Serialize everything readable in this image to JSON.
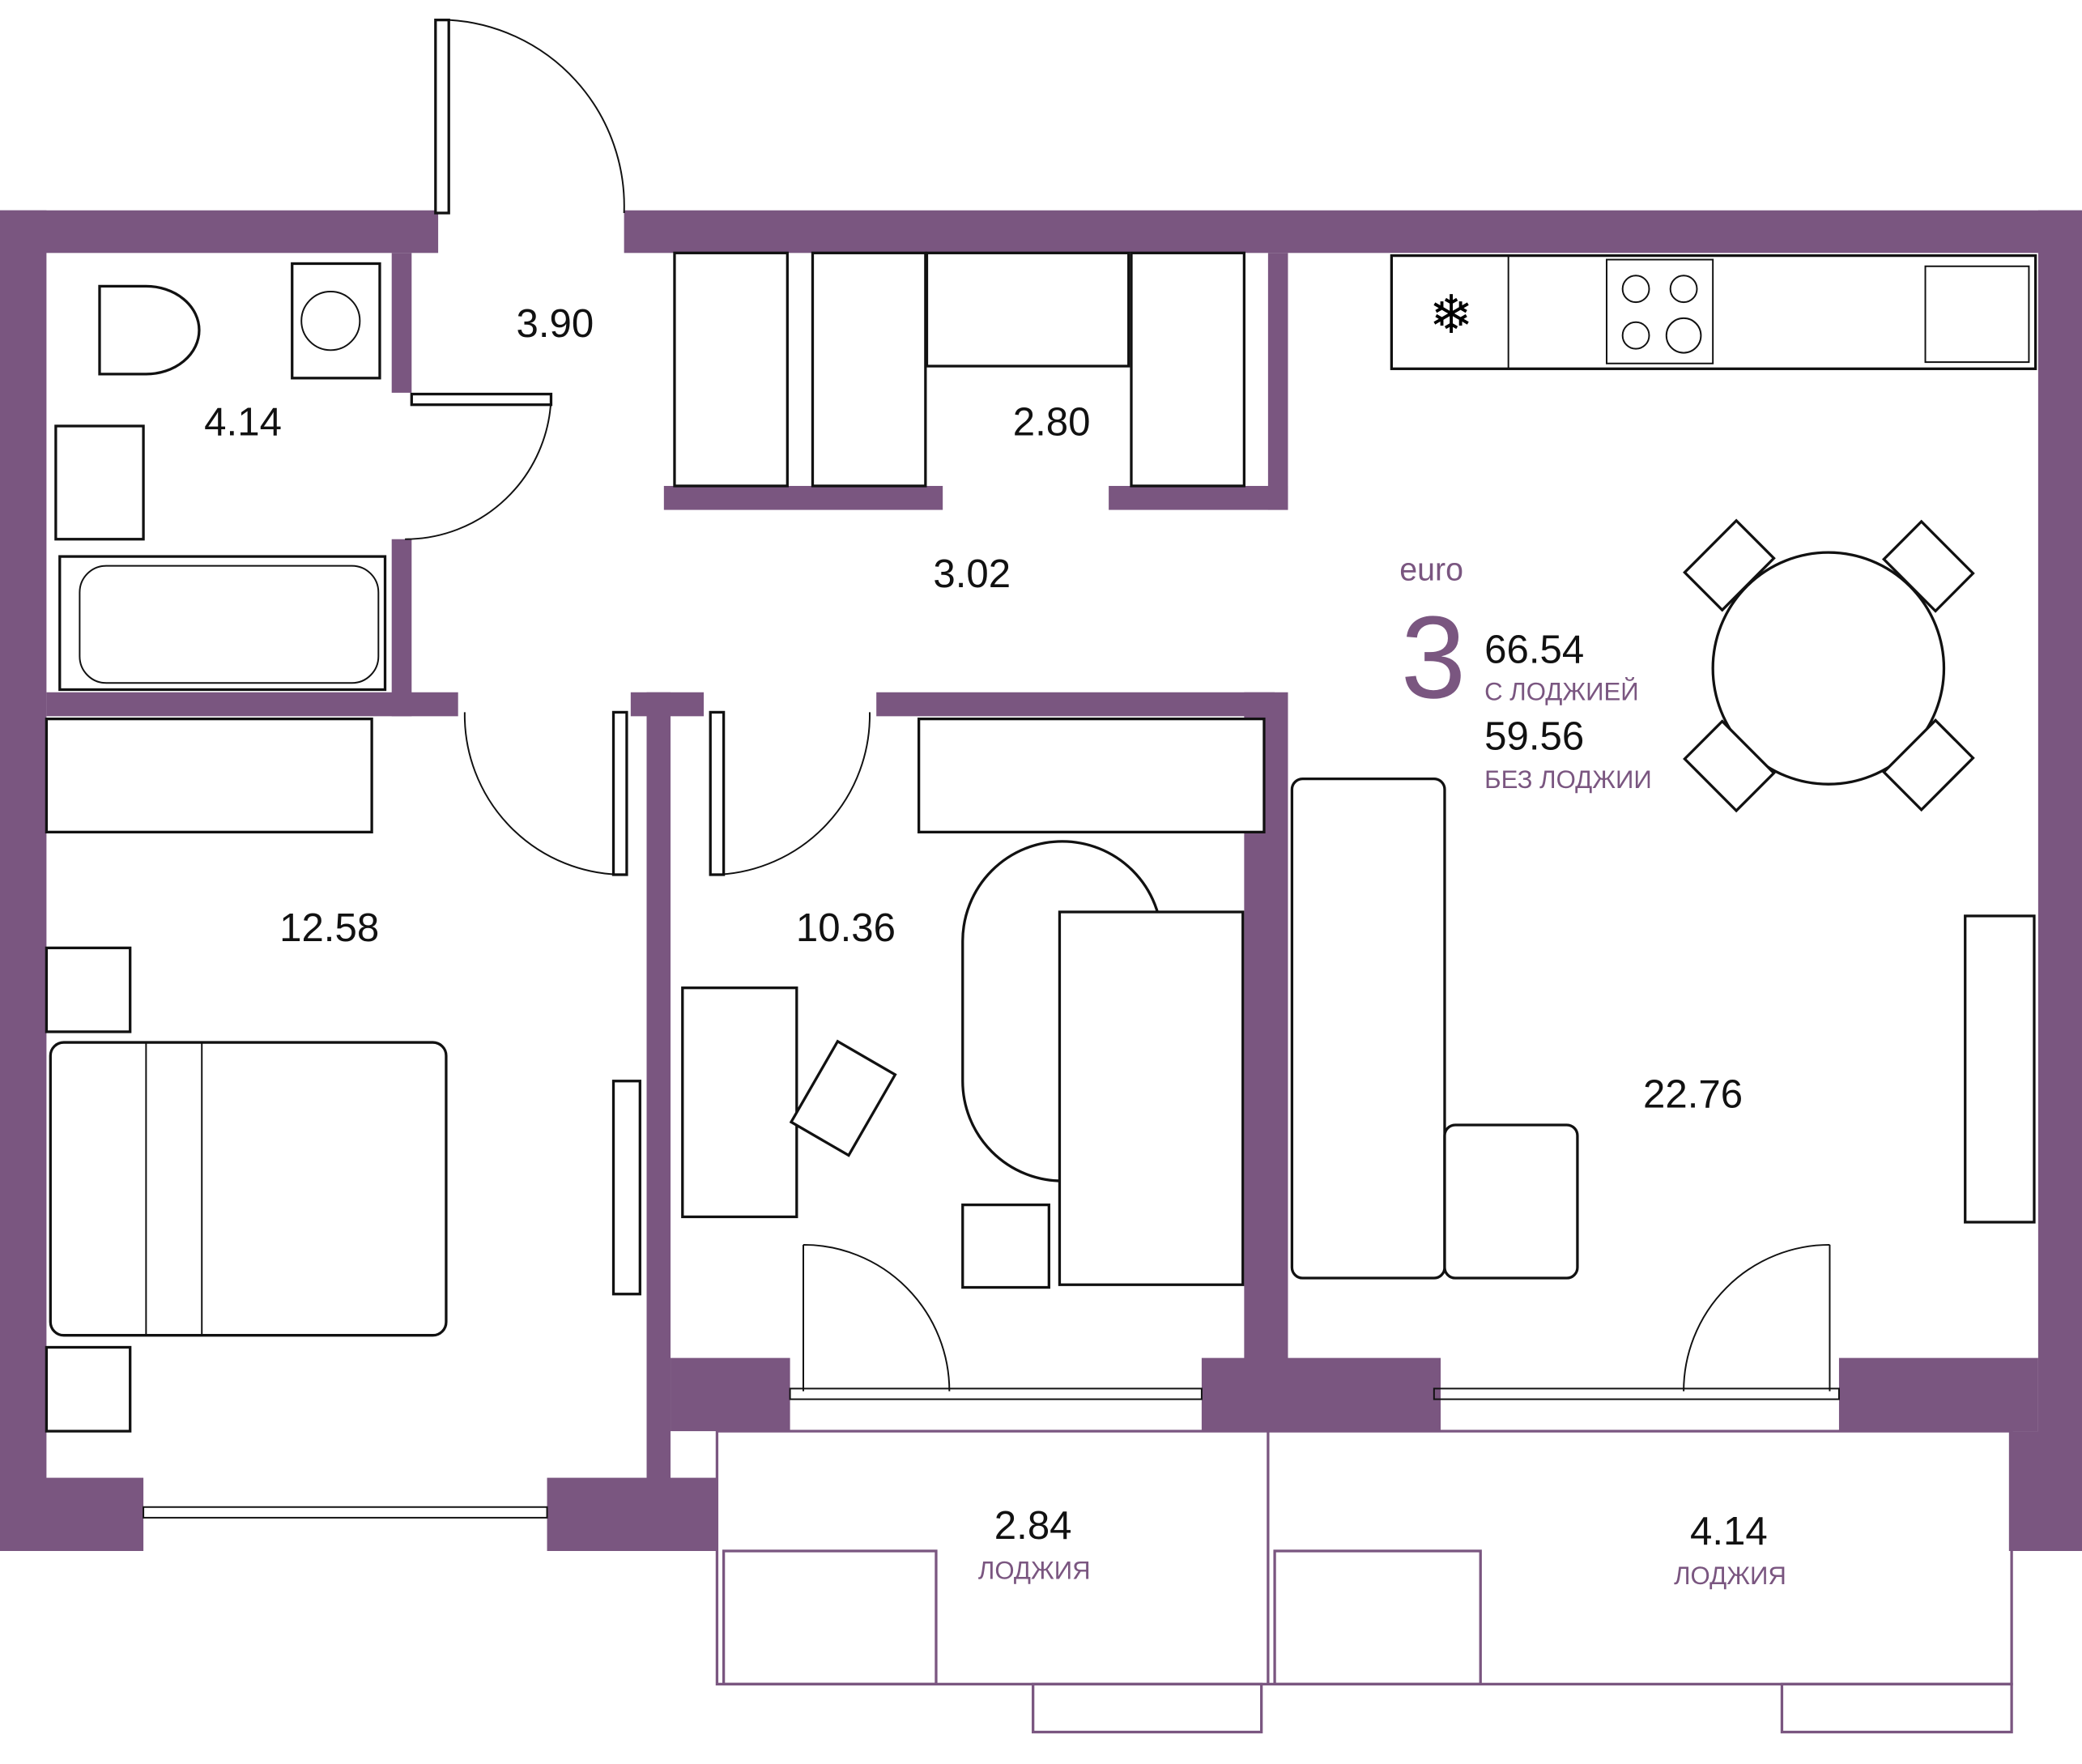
{
  "plan": {
    "type_label": "euro",
    "rooms_count": "3",
    "total_area": "66.54",
    "total_area_caption": "С ЛОДЖИЕЙ",
    "living_area": "59.56",
    "living_area_caption": "БЕЗ ЛОДЖИИ",
    "accent_color": "#7a5680"
  },
  "rooms": [
    {
      "name": "bathroom",
      "area": "4.14"
    },
    {
      "name": "hall",
      "area": "3.90"
    },
    {
      "name": "wardrobe",
      "area": "2.80"
    },
    {
      "name": "corridor",
      "area": "3.02"
    },
    {
      "name": "bedroom",
      "area": "12.58"
    },
    {
      "name": "room",
      "area": "10.36"
    },
    {
      "name": "kitchen-living",
      "area": "22.76"
    },
    {
      "name": "loggia-1",
      "area": "2.84",
      "caption": "ЛОДЖИЯ"
    },
    {
      "name": "loggia-2",
      "area": "4.14",
      "caption": "ЛОДЖИЯ"
    }
  ]
}
